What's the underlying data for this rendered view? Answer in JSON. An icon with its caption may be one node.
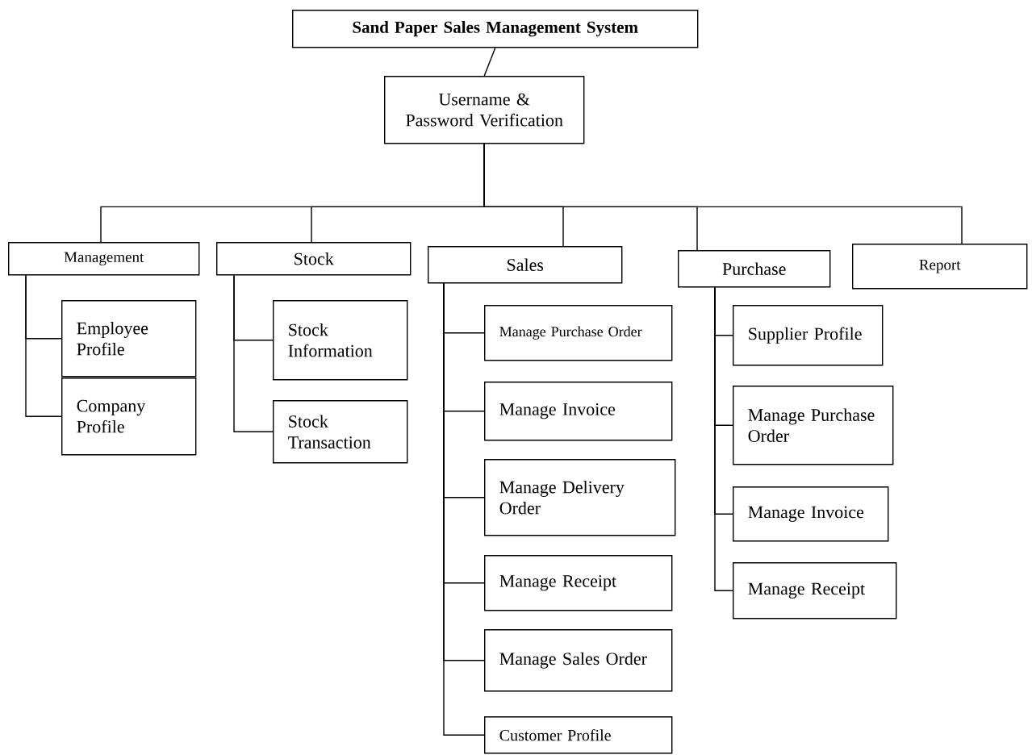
{
  "diagram": {
    "nodes": [
      {
        "text": [
          "Sand Paper Sales Management System"
        ]
      },
      {
        "text": [
          "Username & Password Verification"
        ]
      },
      {
        "text": [
          "Management"
        ]
      },
      {
        "text": [
          "Stock"
        ]
      },
      {
        "text": [
          "Sales"
        ]
      },
      {
        "text": [
          "Purchase"
        ]
      },
      {
        "text": [
          "Report"
        ]
      },
      {
        "text": [
          "Employee Profile"
        ]
      },
      {
        "text": [
          "Company Profile"
        ]
      },
      {
        "text": [
          "Stock Information"
        ]
      },
      {
        "text": [
          "Stock Transaction"
        ]
      },
      {
        "text": [
          "Manage Purchase Order"
        ]
      },
      {
        "text": [
          "Manage Invoice"
        ]
      },
      {
        "text": [
          "Manage Delivery Order"
        ]
      },
      {
        "text": [
          "Manage Receipt"
        ]
      },
      {
        "text": [
          "Manage Sales Order"
        ]
      },
      {
        "text": [
          "Customer Profile"
        ]
      },
      {
        "text": [
          "Supplier Profile"
        ]
      },
      {
        "text": [
          "Manage Purchase Order"
        ]
      },
      {
        "text": [
          "Manage Invoice"
        ]
      },
      {
        "text": [
          "Manage Receipt"
        ]
      }
    ],
    "edges": [
      {
        "from": 0,
        "to": 1,
        "arrow": "none"
      },
      {
        "from": 1,
        "to": 2,
        "arrow": "none"
      },
      {
        "from": 1,
        "to": 3,
        "arrow": "none"
      },
      {
        "from": 1,
        "to": 4,
        "arrow": "none"
      },
      {
        "from": 1,
        "to": 5,
        "arrow": "none"
      },
      {
        "from": 1,
        "to": 6,
        "arrow": "none"
      },
      {
        "from": 2,
        "to": 7,
        "arrow": "none"
      },
      {
        "from": 2,
        "to": 8,
        "arrow": "none"
      },
      {
        "from": 3,
        "to": 9,
        "arrow": "none"
      },
      {
        "from": 3,
        "to": 10,
        "arrow": "none"
      },
      {
        "from": 4,
        "to": 11,
        "arrow": "none"
      },
      {
        "from": 4,
        "to": 12,
        "arrow": "none"
      },
      {
        "from": 4,
        "to": 13,
        "arrow": "none"
      },
      {
        "from": 4,
        "to": 14,
        "arrow": "none"
      },
      {
        "from": 4,
        "to": 15,
        "arrow": "none"
      },
      {
        "from": 4,
        "to": 16,
        "arrow": "none"
      },
      {
        "from": 5,
        "to": 17,
        "arrow": "none"
      },
      {
        "from": 5,
        "to": 18,
        "arrow": "none"
      },
      {
        "from": 5,
        "to": 19,
        "arrow": "none"
      },
      {
        "from": 5,
        "to": 20,
        "arrow": "none"
      }
    ]
  }
}
